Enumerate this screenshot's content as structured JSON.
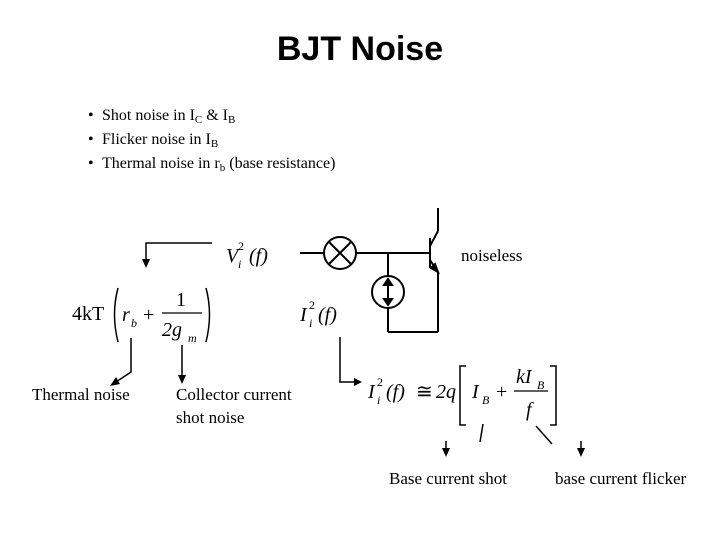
{
  "title": "BJT Noise",
  "bullets": [
    {
      "pre": "Shot noise in I",
      "sub1": "C",
      "mid": " & I",
      "sub2": "B",
      "post": ""
    },
    {
      "pre": "Flicker noise in I",
      "sub1": "B",
      "mid": "",
      "sub2": "",
      "post": ""
    },
    {
      "pre": "Thermal noise in r",
      "sub1": "b",
      "mid": "",
      "sub2": "",
      "post": " (base resistance)"
    }
  ],
  "labels": {
    "noiseless": "noiseless",
    "thermal_noise": "Thermal noise",
    "collector_current": "Collector current",
    "shot_noise": "shot noise",
    "base_current_shot": "Base current shot",
    "base_current_flicker": "base current flicker"
  },
  "math": {
    "vi": "V",
    "vi_sub": "i",
    "vi_sup": "2",
    "vi_arg": "(f)",
    "ii": "I",
    "ii_sub": "i",
    "ii_sup": "2",
    "ii_arg": "(f)",
    "thermal_prefix": "4kT",
    "rb": "r",
    "rb_sub": "b",
    "plus": "+",
    "one": "1",
    "two_g": "2g",
    "gm_sub": "m",
    "eq_ii": "I",
    "eq_sub": "i",
    "eq_sup": "2",
    "eq_arg": "(f)",
    "approx": "≅",
    "two_q": "2q",
    "ib": "I",
    "ib_sub": "B",
    "plus2": "+",
    "k_ib": "kI",
    "kib_sub": "B",
    "f_den": "f"
  }
}
